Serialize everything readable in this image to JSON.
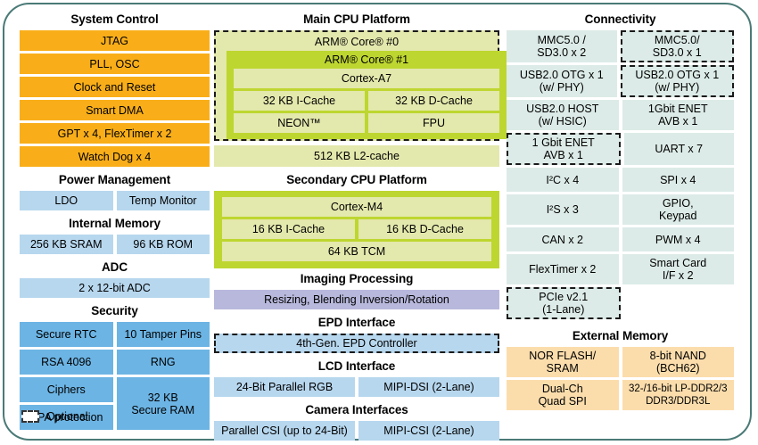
{
  "diagram": {
    "legend": {
      "label": "Optional",
      "swatch_name": "dashed-box-optional"
    },
    "colors": {
      "frame_border": "#4a7a76",
      "system_control": "#f9ae19",
      "blue_light": "#b7d7ee",
      "blue_mid": "#6cb4e4",
      "green_dark": "#bed630",
      "green_pale": "#e3e8ac",
      "purple": "#b8b8dd",
      "teal": "#dcebe7",
      "peach": "#fbddac"
    },
    "left_column": {
      "system_control": {
        "title": "System Control",
        "items": [
          "JTAG",
          "PLL, OSC",
          "Clock and Reset",
          "Smart DMA",
          "GPT x 4, FlexTimer x 2",
          "Watch Dog x 4"
        ]
      },
      "power_management": {
        "title": "Power Management",
        "items": [
          "LDO",
          "Temp Monitor"
        ]
      },
      "internal_memory": {
        "title": "Internal Memory",
        "items": [
          "256 KB SRAM",
          "96 KB ROM"
        ]
      },
      "adc": {
        "title": "ADC",
        "items": [
          "2 x 12-bit ADC"
        ]
      },
      "security": {
        "title": "Security",
        "left_items": [
          "Secure RTC",
          "RSA 4096",
          "Ciphers",
          "DPA protection"
        ],
        "right_items": [
          "10 Tamper Pins",
          "RNG",
          "32 KB\nSecure RAM"
        ]
      }
    },
    "middle_column": {
      "main_cpu": {
        "title": "Main CPU Platform",
        "core0_label": "ARM® Core® #0",
        "core1_label": "ARM® Core® #1",
        "cortex": "Cortex-A7",
        "caches": [
          "32 KB I-Cache",
          "32 KB D-Cache"
        ],
        "units": [
          "NEON™",
          "FPU"
        ],
        "l2": "512 KB L2-cache"
      },
      "secondary_cpu": {
        "title": "Secondary CPU Platform",
        "cortex": "Cortex-M4",
        "caches": [
          "16 KB I-Cache",
          "16 KB D-Cache"
        ],
        "tcm": "64 KB TCM"
      },
      "imaging": {
        "title": "Imaging Processing",
        "items": [
          "Resizing, Blending Inversion/Rotation"
        ]
      },
      "epd": {
        "title": "EPD Interface",
        "items": [
          "4th-Gen. EPD Controller"
        ]
      },
      "lcd": {
        "title": "LCD Interface",
        "items": [
          "24-Bit Parallel RGB",
          "MIPI-DSI (2-Lane)"
        ]
      },
      "camera": {
        "title": "Camera Interfaces",
        "items": [
          "Parallel CSI (up to 24-Bit)",
          "MIPI-CSI (2-Lane)"
        ]
      }
    },
    "right_column": {
      "connectivity": {
        "title": "Connectivity",
        "rows": [
          {
            "left": "MMC5.0 /\nSD3.0 x 2",
            "left_optional": false,
            "right": "MMC5.0/\nSD3.0 x 1",
            "right_optional": true
          },
          {
            "left": "USB2.0 OTG x 1\n(w/ PHY)",
            "left_optional": false,
            "right": "USB2.0 OTG x 1\n(w/ PHY)",
            "right_optional": true
          },
          {
            "left": "USB2.0 HOST\n(w/ HSIC)",
            "left_optional": false,
            "right": "1Gbit ENET\nAVB x 1",
            "right_optional": false
          },
          {
            "left": "1 Gbit ENET\nAVB x 1",
            "left_optional": true,
            "right": "UART x 7",
            "right_optional": false
          },
          {
            "left": "I²C x 4",
            "left_optional": false,
            "right": "SPI x 4",
            "right_optional": false
          },
          {
            "left": "I²S x 3",
            "left_optional": false,
            "right": "GPIO,\nKeypad",
            "right_optional": false
          },
          {
            "left": "CAN x 2",
            "left_optional": false,
            "right": "PWM x 4",
            "right_optional": false
          },
          {
            "left": "FlexTimer x 2",
            "left_optional": false,
            "right": "Smart Card\nI/F x 2",
            "right_optional": false
          },
          {
            "left": "PCIe v2.1\n(1-Lane)",
            "left_optional": true,
            "right": "",
            "right_optional": false
          }
        ]
      },
      "external_memory": {
        "title": "External Memory",
        "rows": [
          {
            "left": "NOR FLASH/\nSRAM",
            "right": "8-bit NAND\n(BCH62)"
          },
          {
            "left": "Dual-Ch\nQuad SPI",
            "right": "32-/16-bit LP-DDR2/3\nDDR3/DDR3L"
          }
        ]
      }
    }
  }
}
